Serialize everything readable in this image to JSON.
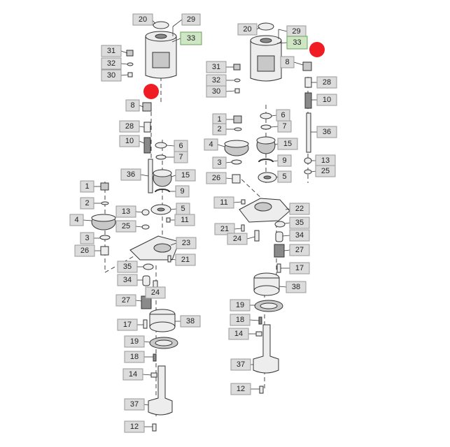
{
  "left_assembly": {
    "labels": [
      {
        "id": "L20",
        "text": "20"
      },
      {
        "id": "L29",
        "text": "29"
      },
      {
        "id": "L33",
        "text": "33"
      },
      {
        "id": "L31",
        "text": "31"
      },
      {
        "id": "L32",
        "text": "32"
      },
      {
        "id": "L30",
        "text": "30"
      },
      {
        "id": "L8",
        "text": "8"
      },
      {
        "id": "L28",
        "text": "28"
      },
      {
        "id": "L10",
        "text": "10"
      },
      {
        "id": "L6",
        "text": "6"
      },
      {
        "id": "L7",
        "text": "7"
      },
      {
        "id": "L36",
        "text": "36"
      },
      {
        "id": "L15",
        "text": "15"
      },
      {
        "id": "L9",
        "text": "9"
      },
      {
        "id": "L1",
        "text": "1"
      },
      {
        "id": "L2",
        "text": "2"
      },
      {
        "id": "L4",
        "text": "4"
      },
      {
        "id": "L13",
        "text": "13"
      },
      {
        "id": "L5",
        "text": "5"
      },
      {
        "id": "L11",
        "text": "11"
      },
      {
        "id": "L25",
        "text": "25"
      },
      {
        "id": "L3",
        "text": "3"
      },
      {
        "id": "L23",
        "text": "23"
      },
      {
        "id": "L26",
        "text": "26"
      },
      {
        "id": "L21",
        "text": "21"
      },
      {
        "id": "L35",
        "text": "35"
      },
      {
        "id": "L34",
        "text": "34"
      },
      {
        "id": "L24",
        "text": "24"
      },
      {
        "id": "L27",
        "text": "27"
      },
      {
        "id": "L38",
        "text": "38"
      },
      {
        "id": "L17",
        "text": "17"
      },
      {
        "id": "L19",
        "text": "19"
      },
      {
        "id": "L18",
        "text": "18"
      },
      {
        "id": "L14",
        "text": "14"
      },
      {
        "id": "L37",
        "text": "37"
      },
      {
        "id": "L12",
        "text": "12"
      }
    ]
  },
  "right_assembly": {
    "labels": [
      {
        "id": "R20",
        "text": "20"
      },
      {
        "id": "R29",
        "text": "29"
      },
      {
        "id": "R33",
        "text": "33"
      },
      {
        "id": "R8",
        "text": "8"
      },
      {
        "id": "R31",
        "text": "31"
      },
      {
        "id": "R32",
        "text": "32"
      },
      {
        "id": "R30",
        "text": "30"
      },
      {
        "id": "R28",
        "text": "28"
      },
      {
        "id": "R10",
        "text": "10"
      },
      {
        "id": "R1",
        "text": "1"
      },
      {
        "id": "R6",
        "text": "6"
      },
      {
        "id": "R2",
        "text": "2"
      },
      {
        "id": "R7",
        "text": "7"
      },
      {
        "id": "R36",
        "text": "36"
      },
      {
        "id": "R4",
        "text": "4"
      },
      {
        "id": "R15",
        "text": "15"
      },
      {
        "id": "R3",
        "text": "3"
      },
      {
        "id": "R9",
        "text": "9"
      },
      {
        "id": "R13",
        "text": "13"
      },
      {
        "id": "R25",
        "text": "25"
      },
      {
        "id": "R26",
        "text": "26"
      },
      {
        "id": "R5",
        "text": "5"
      },
      {
        "id": "R11",
        "text": "11"
      },
      {
        "id": "R22",
        "text": "22"
      },
      {
        "id": "R35",
        "text": "35"
      },
      {
        "id": "R21",
        "text": "21"
      },
      {
        "id": "R34",
        "text": "34"
      },
      {
        "id": "R24",
        "text": "24"
      },
      {
        "id": "R27",
        "text": "27"
      },
      {
        "id": "R17",
        "text": "17"
      },
      {
        "id": "R38",
        "text": "38"
      },
      {
        "id": "R19",
        "text": "19"
      },
      {
        "id": "R18",
        "text": "18"
      },
      {
        "id": "R14",
        "text": "14"
      },
      {
        "id": "R37",
        "text": "37"
      },
      {
        "id": "R12",
        "text": "12"
      }
    ]
  },
  "highlighted_label": "33",
  "colors": {
    "label_fill": "#dcdcdc",
    "label_highlight": "#cfe6c4",
    "marker": "#ef1c24"
  }
}
